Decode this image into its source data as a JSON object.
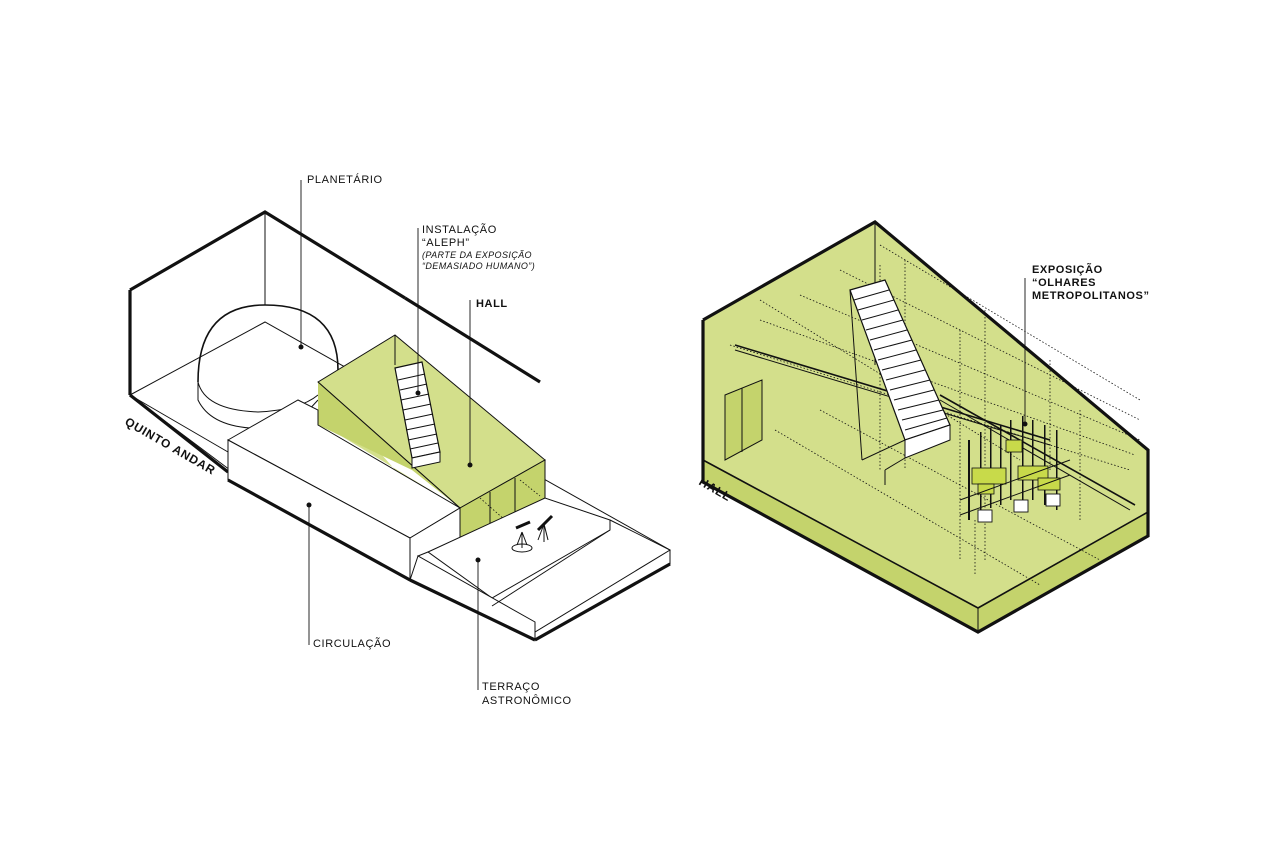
{
  "colors": {
    "accent": "#d3df8b",
    "accent_dark": "#c4d36c",
    "ink": "#111111"
  },
  "left": {
    "floor_label": "QUINTO ANDAR",
    "labels": {
      "planetario": "PLANETÁRIO",
      "instalacao_1": "INSTALAÇÃO",
      "instalacao_2": "“ALEPH”",
      "instalacao_3": "(PARTE DA EXPOSIÇÃO",
      "instalacao_4": "“DEMASIADO HUMANO”)",
      "hall": "HALL",
      "circulacao": "CIRCULAÇÃO",
      "terraco_1": "TERRAÇO",
      "terraco_2": "ASTRONÔMICO"
    }
  },
  "right": {
    "floor_label": "HALL",
    "labels": {
      "exposicao_1": "EXPOSIÇÃO",
      "exposicao_2": "“OLHARES",
      "exposicao_3": "METROPOLITANOS”"
    }
  }
}
